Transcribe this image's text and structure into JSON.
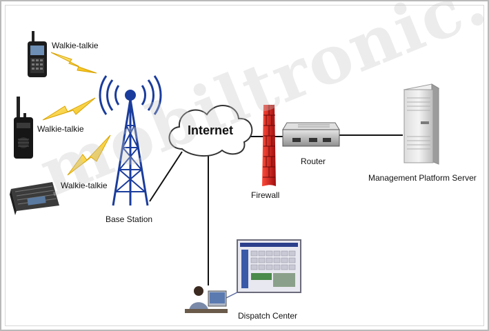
{
  "nodes": {
    "walkie_talkie_1": "Walkie-talkie",
    "walkie_talkie_2": "Walkie-talkie",
    "walkie_talkie_3": "Walkie-talkie",
    "base_station": "Base Station",
    "internet": "Internet",
    "firewall": "Firewall",
    "router": "Router",
    "server": "Management Platform Server",
    "dispatch": "Dispatch Center"
  },
  "watermark": "mobiltronic.ir",
  "colors": {
    "lightning": "#f3c21a",
    "tower": "#1a3c9c",
    "firewall": "#d31d1d",
    "line": "#111111"
  }
}
